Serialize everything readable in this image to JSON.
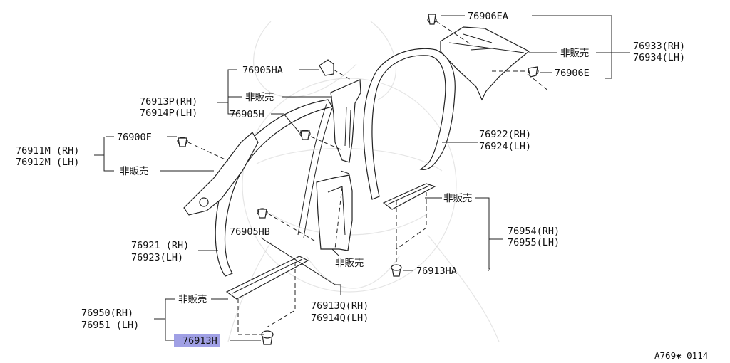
{
  "diagram": {
    "ref_code": "A769✱ 0114",
    "labels": {
      "p76906EA": "76906EA",
      "p76933": "76933(RH)",
      "p76934": "76934(LH)",
      "nfs_top": "非販売",
      "p76906E": "76906E",
      "p76905HA": "76905HA",
      "p76913P": "76913P(RH)",
      "p76914P": "76914P(LH)",
      "nfs_pillar": "非販売",
      "p76905H": "76905H",
      "p76900F": "76900F",
      "p76911M": "76911M (RH)",
      "p76912M": "76912M (LH)",
      "nfs_left": "非販売",
      "p76922": "76922(RH)",
      "p76924": "76924(LH)",
      "nfs_right": "非販売",
      "p76954": "76954(RH)",
      "p76955": "76955(LH)",
      "p76905HB": "76905HB",
      "p76921": "76921 (RH)",
      "p76923": "76923(LH)",
      "nfs_center": "非販売",
      "p76913HA": "76913HA",
      "nfs_bottom": "非販売",
      "p76950": "76950(RH)",
      "p76951": "76951 (LH)",
      "p76913Q": "76913Q(RH)",
      "p76914Q": "76914Q(LH)",
      "p76913H": "76913H"
    },
    "highlight": {
      "part": "76913H",
      "color": "#8f8fe0"
    }
  }
}
